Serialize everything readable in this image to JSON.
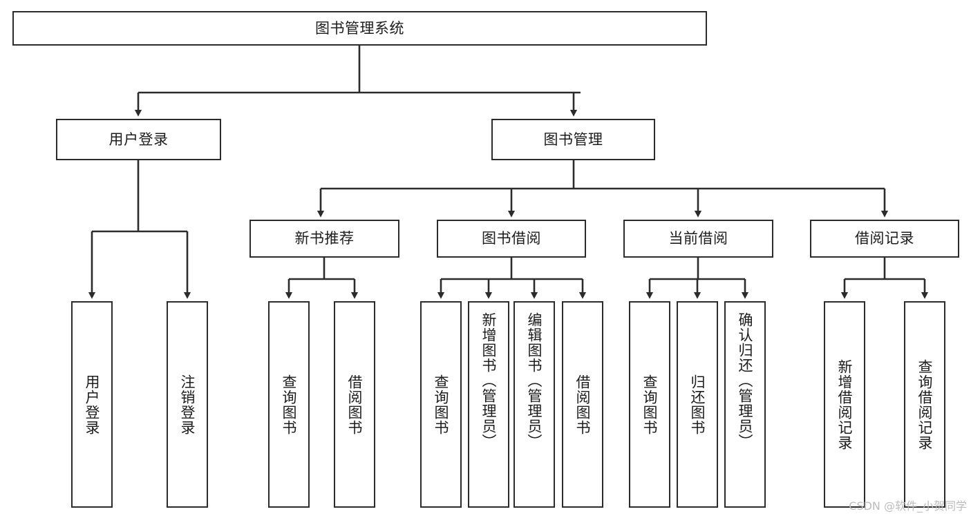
{
  "diagram": {
    "title": "图书管理系统",
    "type": "tree-hierarchy",
    "nodes": {
      "root": {
        "label": "图书管理系统"
      },
      "level1": [
        {
          "id": "user-login",
          "label": "用户登录"
        },
        {
          "id": "book-manage",
          "label": "图书管理"
        }
      ],
      "level2": [
        {
          "id": "new-book-recommend",
          "label": "新书推荐"
        },
        {
          "id": "book-borrow",
          "label": "图书借阅"
        },
        {
          "id": "current-borrow",
          "label": "当前借阅"
        },
        {
          "id": "borrow-record",
          "label": "借阅记录"
        }
      ],
      "leaves": {
        "user-login": [
          {
            "id": "leaf-user-login",
            "label": "用户登录"
          },
          {
            "id": "leaf-logout-login",
            "label": "注销登录"
          }
        ],
        "new-book-recommend": [
          {
            "id": "leaf-query-book-1",
            "label": "查询图书"
          },
          {
            "id": "leaf-borrow-book-1",
            "label": "借阅图书"
          }
        ],
        "book-borrow": [
          {
            "id": "leaf-query-book-2",
            "label": "查询图书"
          },
          {
            "id": "leaf-add-book",
            "label": "新增图书（管理员）"
          },
          {
            "id": "leaf-edit-book",
            "label": "编辑图书（管理员）"
          },
          {
            "id": "leaf-borrow-book-2",
            "label": "借阅图书"
          }
        ],
        "current-borrow": [
          {
            "id": "leaf-query-book-3",
            "label": "查询图书"
          },
          {
            "id": "leaf-return-book",
            "label": "归还图书"
          },
          {
            "id": "leaf-confirm-return",
            "label": "确认归还（管理员）"
          }
        ],
        "borrow-record": [
          {
            "id": "leaf-add-record",
            "label": "新增借阅记录"
          },
          {
            "id": "leaf-query-record",
            "label": "查询借阅记录"
          }
        ]
      }
    },
    "colors": {
      "stroke": "#2b2b2b",
      "fill": "#ffffff",
      "text": "#1c1c1c",
      "watermark": "#bcbcbc"
    }
  },
  "watermark": {
    "text": "CSDN @软件_小贺同学"
  }
}
